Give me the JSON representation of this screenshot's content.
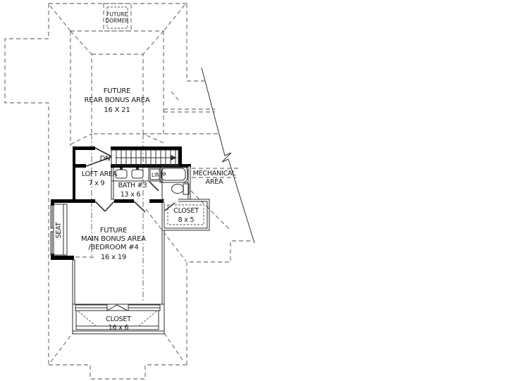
{
  "plan": {
    "dormer": {
      "l1": "FUTURE",
      "l2": "DORMER"
    },
    "rear_bonus": {
      "l1": "FUTURE",
      "l2": "REAR BONUS AREA",
      "l3": "16 X 21"
    },
    "stairs": {
      "dn": "DN"
    },
    "loft": {
      "l1": "LOFT AREA",
      "l2": "7 x 9"
    },
    "bath": {
      "l1": "BATH #3",
      "l2": "13 x 6"
    },
    "linen": {
      "l1": "LIN"
    },
    "mechanical": {
      "l1": "MECHANICAL",
      "l2": "AREA"
    },
    "closet_upper": {
      "l1": "CLOSET",
      "l2": "8 x 5"
    },
    "main_bonus": {
      "l1": "FUTURE",
      "l2": "MAIN BONUS AREA",
      "l3": "/BEDROOM #4",
      "l4": "16 x 19"
    },
    "seat": {
      "l1": "SEAT"
    },
    "closet_lower": {
      "l1": "CLOSET",
      "l2": "16 x 6"
    }
  },
  "colors": {
    "background": "#ffffff",
    "wall": "#000000",
    "thin_line": "#2e2e2e",
    "roof_dashed": "#4d4d4d",
    "text": "#181818"
  }
}
